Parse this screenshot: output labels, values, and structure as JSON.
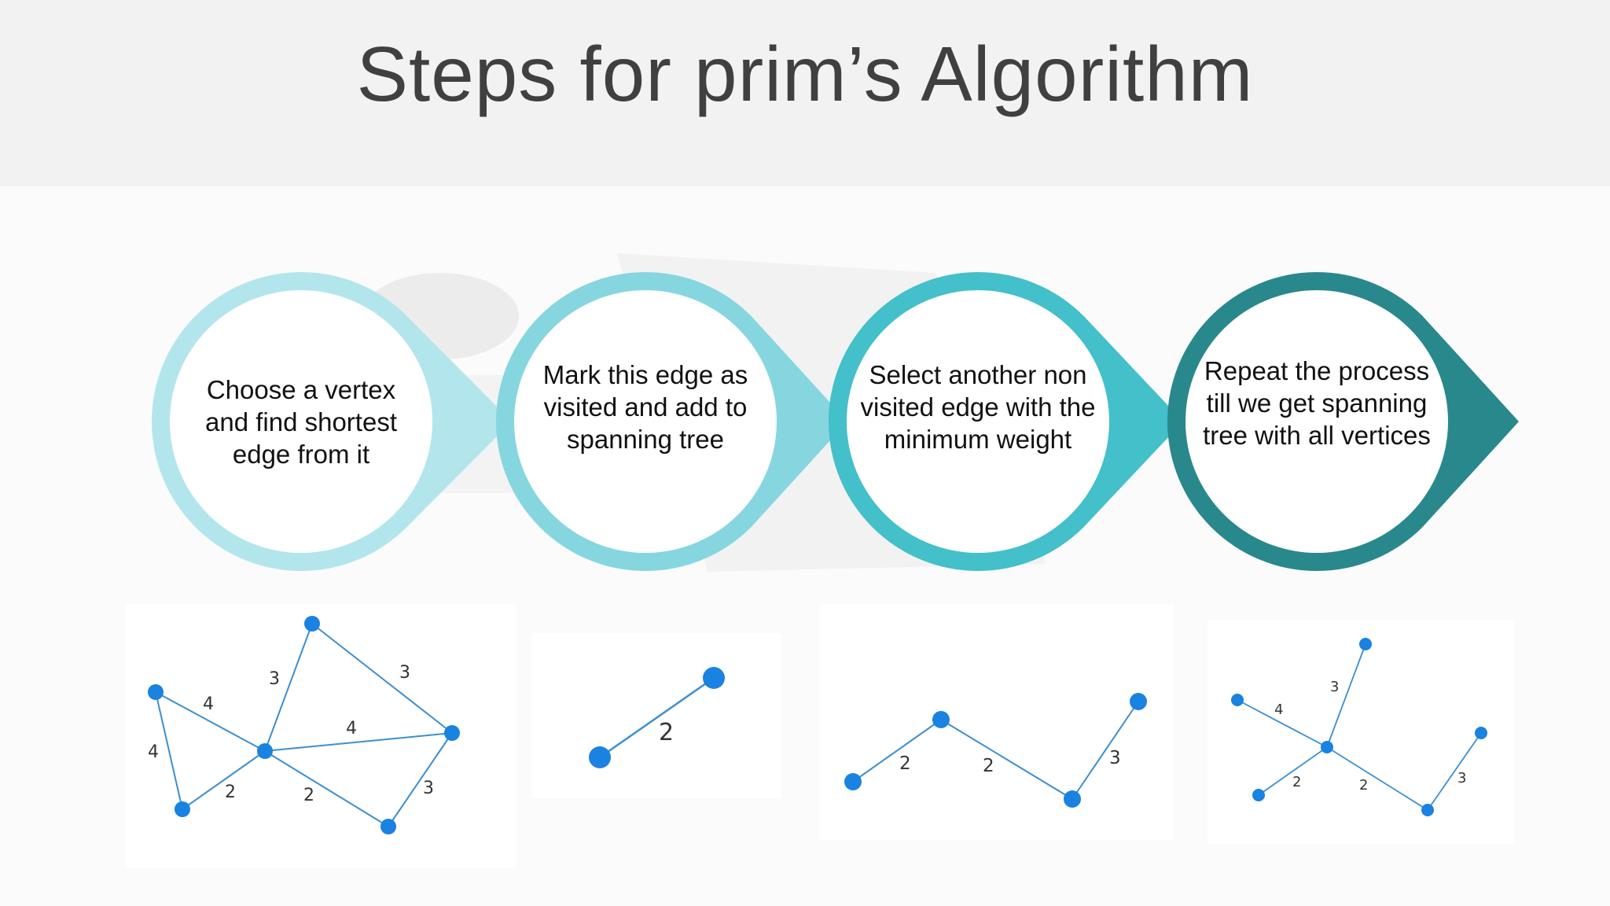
{
  "title": "Steps for prim’s Algorithm",
  "colors": {
    "step1": "#b3e6ec",
    "step2": "#86d6df",
    "step3": "#43c0c9",
    "step4": "#29888c",
    "node": "#1a82e0",
    "edge": "#3a8fd0"
  },
  "steps": [
    {
      "text": "Choose a vertex and find shortest edge from it"
    },
    {
      "text": "Mark this edge as visited and add to spanning tree"
    },
    {
      "text": "Select another non visited edge with the minimum weight"
    },
    {
      "text": "Repeat the process till we get spanning tree with all vertices"
    }
  ],
  "graphs": {
    "g1": {
      "weights": [
        "3",
        "3",
        "4",
        "4",
        "4",
        "2",
        "2",
        "3"
      ]
    },
    "g2": {
      "weights": [
        "2"
      ]
    },
    "g3": {
      "weights": [
        "2",
        "2",
        "3"
      ]
    },
    "g4": {
      "weights": [
        "3",
        "4",
        "2",
        "2",
        "3"
      ]
    }
  }
}
